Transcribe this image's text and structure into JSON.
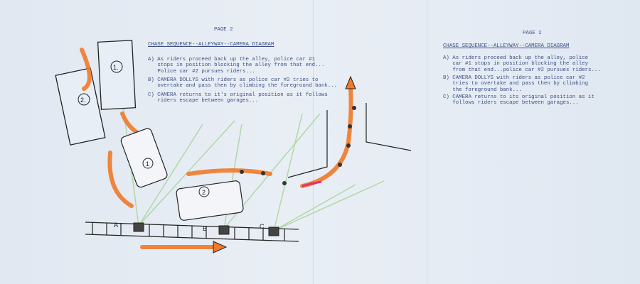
{
  "left_page": {
    "page_label": "PAGE 2",
    "title": "CHASE SEQUENCE--ALLEYWAY--CAMERA DIAGRAM",
    "items": [
      "A) As riders proceed back up the alley, police car #1\n   stops in position blocking the alley from that end...\n   Police car #2 pursues riders...",
      "B) CAMERA DOLLYS with riders as police car #2 tries to\n   overtake and pass then by climbing the foreground bank...",
      "C) CAMERA returns to it's original position as it follows\n   riders escape between garages..."
    ]
  },
  "right_page": {
    "page_label": "PAGE 2",
    "title": "CHASE SEQUENCE--ALLEYWAY--CAMERA DIAGRAM",
    "items": [
      "A) As riders proceed back up the alley, police\n   car #1 stops in position blocking the alley\n   from that end...police car #2 pursues riders...",
      "B) CAMERA DOLLYS with riders as police car #2\n   tries to overtake and pass then by climbing\n   the foreground bank...",
      "C) CAMERA returns to its original position as it\n   follows riders escape between garages..."
    ]
  },
  "diagram": {
    "garage_1": "1.",
    "garage_2": "2.",
    "car_1": "1",
    "car_2": "2",
    "position_a": "A",
    "position_b": "B",
    "position_c": "C",
    "colors": {
      "arrow": "#f07a2a",
      "camera_lines": "#a9d6a0",
      "ink": "#222222",
      "pink": "#e0307a"
    }
  }
}
